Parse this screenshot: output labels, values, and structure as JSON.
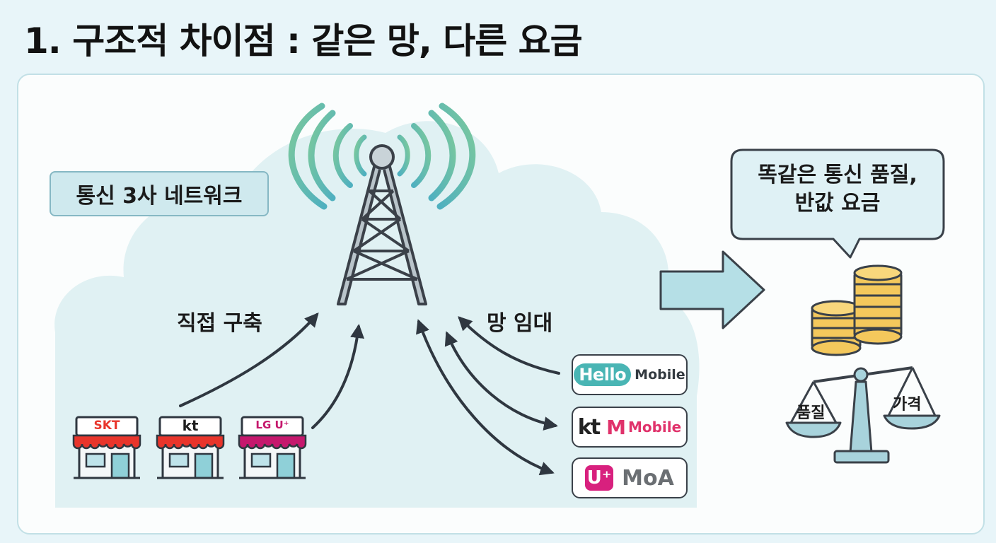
{
  "title": "1. 구조적 차이점 : 같은 망, 다른 요금",
  "network_label": "통신 3사 네트워크",
  "left_caption": "직접 구축",
  "right_caption": "망 임대",
  "carriers": [
    {
      "name": "SKT",
      "color": "#e8352b"
    },
    {
      "name": "kt",
      "color": "#1e1e1e"
    },
    {
      "name": "LG U⁺",
      "color": "#c5186d"
    }
  ],
  "mvnos": {
    "hello": {
      "brand": "Hello",
      "suffix": "Mobile"
    },
    "kt_m": {
      "prefix": "kt",
      "mark": "M",
      "suffix": "Mobile"
    },
    "moa": {
      "mark": "U⁺",
      "name": "MoA"
    }
  },
  "speech_bubble": {
    "line1": "똑같은 통신 품질,",
    "line2": "반값 요금"
  },
  "scale": {
    "left_label": "품질",
    "right_label": "가격"
  },
  "colors": {
    "signal_green": "#6cc49a",
    "signal_teal": "#4fb0bf",
    "arrow": "#2f3740",
    "coin": "#f4c85c",
    "scale": "#a8d3dc"
  },
  "icons": [
    "cell-tower-icon",
    "store-icon",
    "coin-stack-icon",
    "balance-scale-icon",
    "right-arrow-icon"
  ]
}
